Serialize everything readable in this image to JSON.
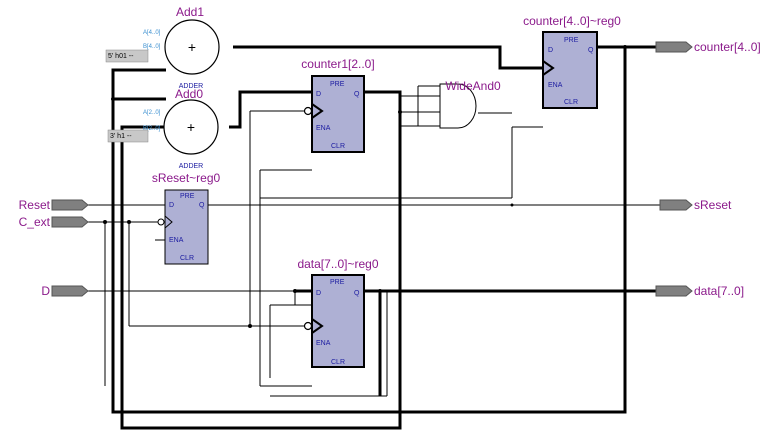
{
  "inputs": {
    "reset": "Reset",
    "clk": "C_ext",
    "d": "D"
  },
  "outputs": {
    "counter": "counter[4..0]",
    "sreset": "sReset",
    "data": "data[7..0]"
  },
  "blocks": {
    "add1": {
      "title": "Add1",
      "sub": "ADDER",
      "pin_a": "A[4..0]",
      "pin_b": "B[4..0]",
      "const": "5' h01 --",
      "op": "+"
    },
    "add0": {
      "title": "Add0",
      "sub": "ADDER",
      "pin_a": "A[2..0]",
      "pin_b": "B[2..0]",
      "const": "3' h1 --",
      "op": "+"
    },
    "counter1": {
      "title": "counter1[2..0]"
    },
    "counter_reg": {
      "title": "counter[4..0]~reg0"
    },
    "sreset_reg": {
      "title": "sReset~reg0"
    },
    "data_reg": {
      "title": "data[7..0]~reg0"
    },
    "wideand": {
      "title": "WideAnd0"
    }
  },
  "pins": {
    "pre": "PRE",
    "d": "D",
    "q": "Q",
    "ena": "ENA",
    "clr": "CLR"
  },
  "colors": {
    "block_fill": "#aeb0d4",
    "label": "#8b1a8b"
  }
}
